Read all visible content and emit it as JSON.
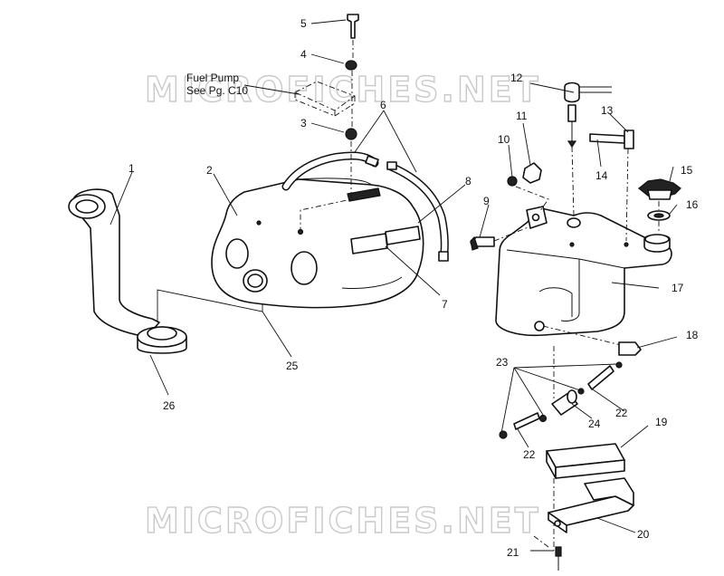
{
  "watermark": "MICROFICHES.NET",
  "note": {
    "line1": "Fuel Pump",
    "line2": "See Pg. C10"
  },
  "callouts": [
    "1",
    "2",
    "3",
    "4",
    "5",
    "6",
    "7",
    "8",
    "9",
    "10",
    "11",
    "12",
    "13",
    "14",
    "15",
    "16",
    "17",
    "18",
    "19",
    "20",
    "21",
    "22",
    "22",
    "23",
    "24",
    "25",
    "26"
  ]
}
